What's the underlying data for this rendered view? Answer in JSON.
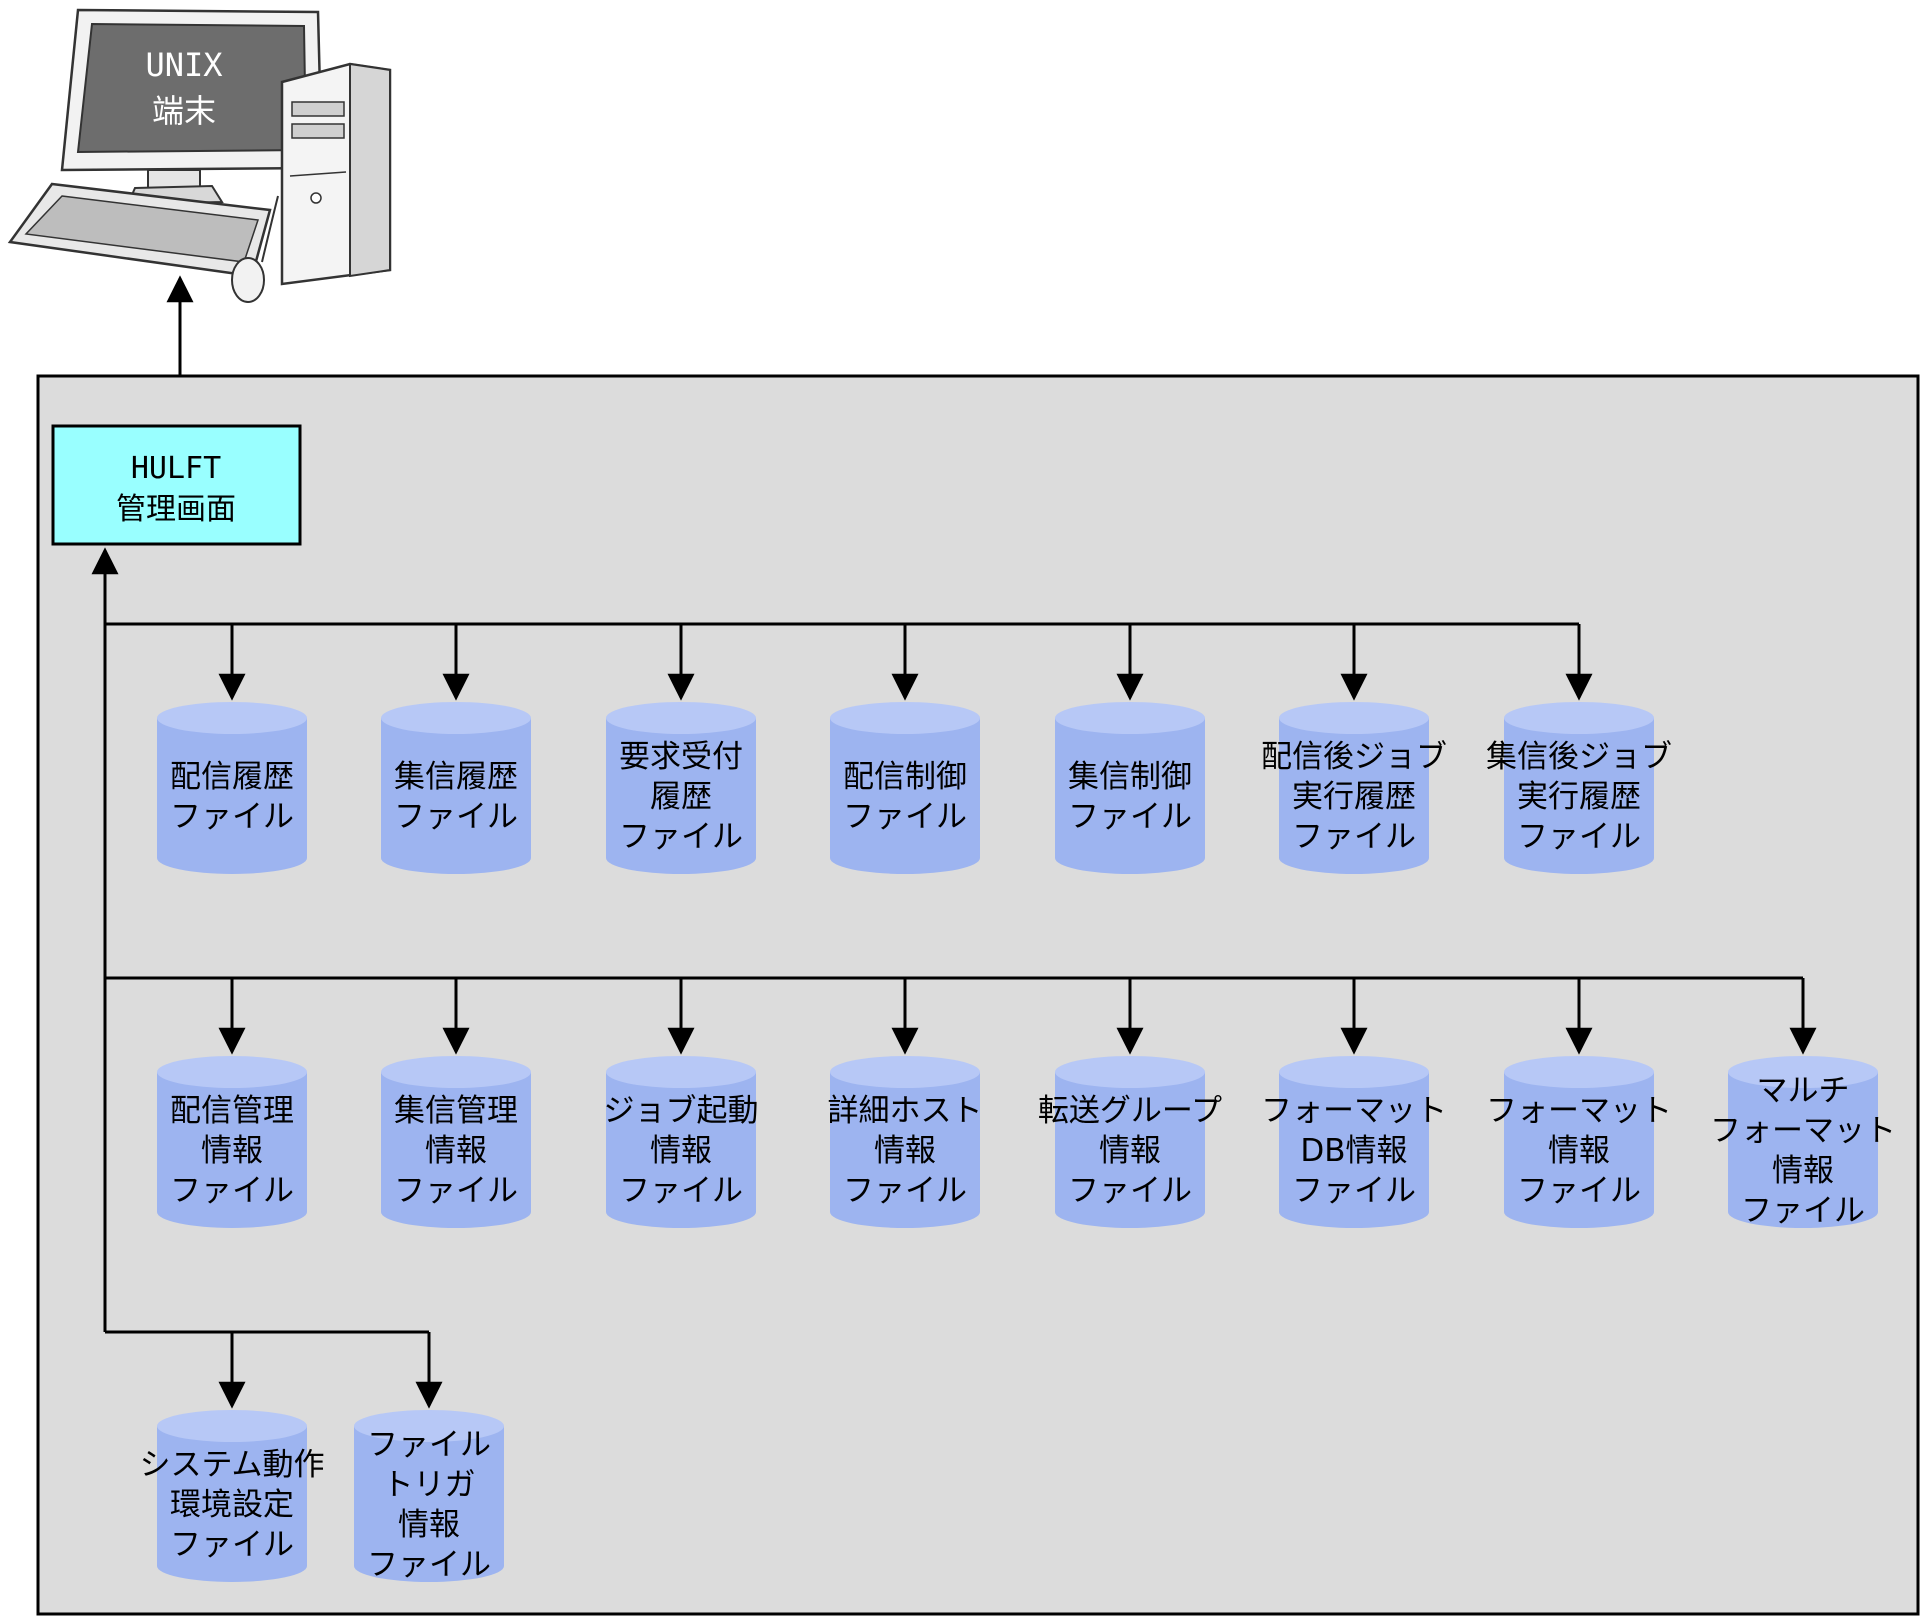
{
  "terminal": {
    "line1": "UNIX",
    "line2": "端末",
    "icon": "computer-icon"
  },
  "hulft_box": {
    "line1": "HULFT",
    "line2": "管理画面",
    "fill": "#99ffff"
  },
  "colors": {
    "panel": "#dcdcdc",
    "cylinder_body": "#9db4f0",
    "cylinder_top": "#b7c8f6"
  },
  "rows": [
    {
      "name": "row-1",
      "items": [
        {
          "lines": [
            "配信履歴",
            "ファイル"
          ]
        },
        {
          "lines": [
            "集信履歴",
            "ファイル"
          ]
        },
        {
          "lines": [
            "要求受付",
            "履歴",
            "ファイル"
          ]
        },
        {
          "lines": [
            "配信制御",
            "ファイル"
          ]
        },
        {
          "lines": [
            "集信制御",
            "ファイル"
          ]
        },
        {
          "lines": [
            "配信後ジョブ",
            "実行履歴",
            "ファイル"
          ]
        },
        {
          "lines": [
            "集信後ジョブ",
            "実行履歴",
            "ファイル"
          ]
        }
      ]
    },
    {
      "name": "row-2",
      "items": [
        {
          "lines": [
            "配信管理",
            "情報",
            "ファイル"
          ]
        },
        {
          "lines": [
            "集信管理",
            "情報",
            "ファイル"
          ]
        },
        {
          "lines": [
            "ジョブ起動",
            "情報",
            "ファイル"
          ]
        },
        {
          "lines": [
            "詳細ホスト",
            "情報",
            "ファイル"
          ]
        },
        {
          "lines": [
            "転送グループ",
            "情報",
            "ファイル"
          ]
        },
        {
          "lines": [
            "フォーマット",
            "DB情報",
            "ファイル"
          ]
        },
        {
          "lines": [
            "フォーマット",
            "情報",
            "ファイル"
          ]
        },
        {
          "lines": [
            "マルチ",
            "フォーマット",
            "情報",
            "ファイル"
          ]
        }
      ]
    },
    {
      "name": "row-3",
      "items": [
        {
          "lines": [
            "システム動作",
            "環境設定",
            "ファイル"
          ]
        },
        {
          "lines": [
            "ファイル",
            "トリガ",
            "情報",
            "ファイル"
          ]
        }
      ]
    }
  ]
}
